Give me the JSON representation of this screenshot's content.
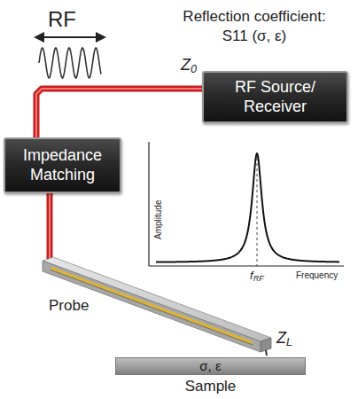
{
  "diagram": {
    "nodes": [
      {
        "text": [
          "RF Source/ Receiver"
        ]
      },
      {
        "text": [
          "Impedance Matching"
        ]
      },
      {
        "text": [
          "Probe"
        ]
      },
      {
        "text": [
          "σ, ε",
          "Sample"
        ]
      }
    ],
    "edges": [
      {
        "from": 0,
        "to": 1,
        "arrow": "none"
      },
      {
        "from": 1,
        "to": 2,
        "arrow": "none"
      }
    ],
    "labels": [
      "RF",
      "Reflection coefficient: S11 (σ, ε)",
      "Z0",
      "ZL",
      "Amplitude",
      "Frequency",
      "fRF"
    ]
  }
}
